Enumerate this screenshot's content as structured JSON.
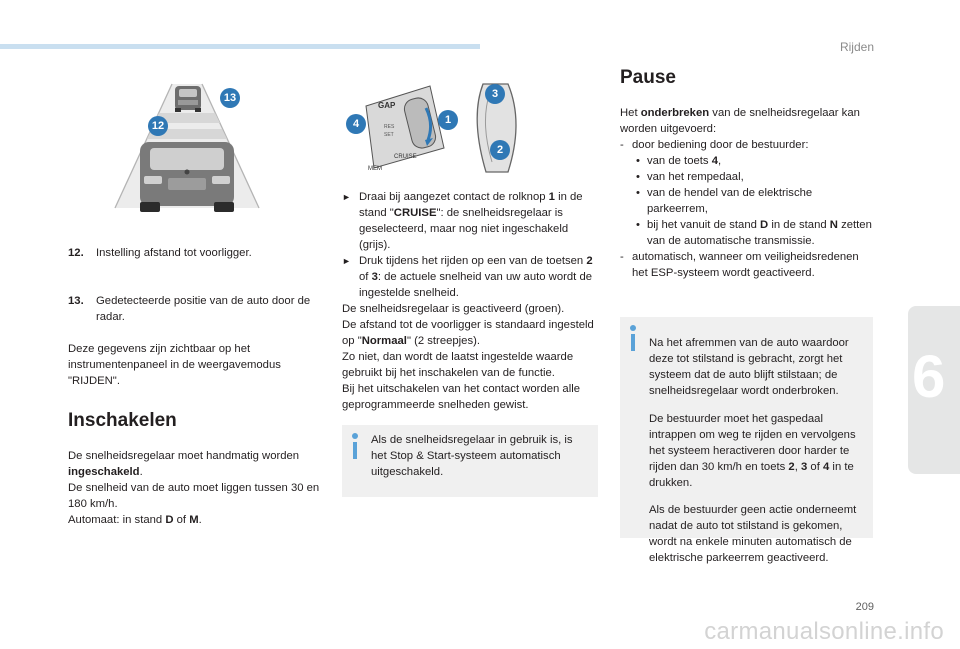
{
  "header": {
    "section": "Rijden",
    "chapter": "6",
    "page_number": "209",
    "watermark": "carmanualsonline.info",
    "accent_color": "#c9dff0",
    "info_color": "#5aa2d8"
  },
  "figure1": {
    "callouts": [
      "12",
      "13"
    ],
    "callout_color": "#2f78b5"
  },
  "figure2": {
    "callouts": [
      "1",
      "2",
      "3",
      "4"
    ],
    "labels": [
      "GAP",
      "CRUISE",
      "MEM",
      "SET",
      "RES"
    ]
  },
  "left": {
    "item12_num": "12.",
    "item12_text": "Instelling afstand tot voorligger.",
    "item13_num": "13.",
    "item13_text": "Gedetecteerde positie van de auto door de radar.",
    "para1": "Deze gegevens zijn zichtbaar op het instrumentenpaneel in de weergavemodus \"RIJDEN\".",
    "heading": "Inschakelen",
    "para2_a": "De snelheidsregelaar moet handmatig worden ",
    "para2_b": "ingeschakeld",
    "para2_c": ".",
    "para3": "De snelheid van de auto moet liggen tussen 30 en 180 km/h.",
    "para4_a": "Automaat: in stand ",
    "para4_b": "D",
    "para4_c": " of ",
    "para4_d": "M",
    "para4_e": "."
  },
  "middle": {
    "arrow": "",
    "s1_a": "Draai bij aangezet contact de rolknop ",
    "s1_b": "1",
    "s1_c": " in de stand \"",
    "s1_d": "CRUISE",
    "s1_e": "\": de snelheidsregelaar is geselecteerd, maar nog niet ingeschakeld (grijs).",
    "s2_a": "Druk tijdens het rijden op een van de toetsen ",
    "s2_b": "2",
    "s2_c": " of ",
    "s2_d": "3",
    "s2_e": ": de actuele snelheid van uw auto wordt de ingestelde snelheid.",
    "p1": "De snelheidsregelaar is geactiveerd (groen).",
    "p2_a": "De afstand tot de voorligger is standaard ingesteld op \"",
    "p2_b": "Normaal",
    "p2_c": "\" (2 streepjes).",
    "p3": "Zo niet, dan wordt de laatst ingestelde waarde gebruikt bij het inschakelen van de functie.",
    "p4": "Bij het uitschakelen van het contact worden alle geprogrammeerde snelheden gewist.",
    "info": "Als de snelheidsregelaar in gebruik is, is het Stop & Start-systeem automatisch uitgeschakeld."
  },
  "right": {
    "heading": "Pause",
    "intro_a": "Het ",
    "intro_b": "onderbreken",
    "intro_c": " van de snelheidsregelaar kan worden uitgevoerd:",
    "dash": "-",
    "bullet": "•",
    "d1": "door bediening door de bestuurder:",
    "b1_a": "van de toets ",
    "b1_b": "4",
    "b1_c": ",",
    "b2": "van het rempedaal,",
    "b3": "van de hendel van de elektrische parkeerrem,",
    "b4_a": "bij het vanuit de stand ",
    "b4_b": "D",
    "b4_c": " in de stand ",
    "b4_d": "N",
    "b4_e": " zetten van de automatische transmissie.",
    "d2": "automatisch, wanneer om veiligheidsredenen het ESP-systeem wordt geactiveerd.",
    "info1": "Na het afremmen van de auto waardoor deze tot stilstand is gebracht, zorgt het systeem dat de auto blijft stilstaan; de snelheidsregelaar wordt onderbroken.",
    "info2_a": "De bestuurder moet het gaspedaal intrappen om weg te rijden en vervolgens het systeem heractiveren door harder te rijden dan 30 km/h en toets ",
    "info2_b": "2",
    "info2_c": ", ",
    "info2_d": "3",
    "info2_e": " of ",
    "info2_f": "4",
    "info2_g": " in te drukken.",
    "info3": "Als de bestuurder geen actie onderneemt nadat de auto tot stilstand is gekomen, wordt na enkele minuten automatisch de elektrische parkeerrem geactiveerd."
  }
}
